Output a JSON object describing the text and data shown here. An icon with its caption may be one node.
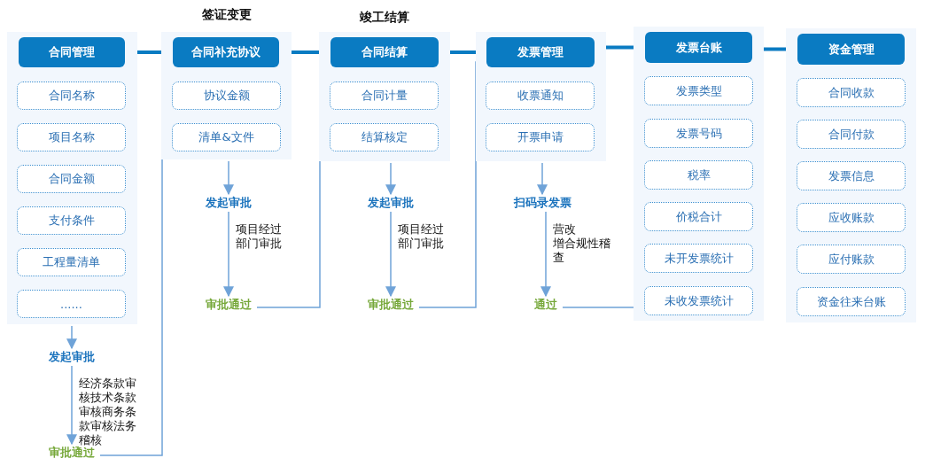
{
  "diagram": {
    "nodes": [
      {
        "text": [],
        "shape": "box"
      },
      {
        "text": [
          "合同管理"
        ],
        "in": 0
      },
      {
        "text": [
          "合同名称"
        ],
        "in": 0
      },
      {
        "text": [
          "项目名称"
        ],
        "in": 0
      },
      {
        "text": [
          "合同金额"
        ],
        "in": 0
      },
      {
        "text": [
          "支付条件"
        ],
        "in": 0
      },
      {
        "text": [
          "工程量清单"
        ],
        "in": 0
      },
      {
        "text": [
          "......"
        ],
        "in": 0
      },
      {
        "text": [
          "签证变更"
        ]
      },
      {
        "text": [
          "合同补充协议"
        ],
        "in": 8
      },
      {
        "text": [
          "协议金额"
        ],
        "in": 8
      },
      {
        "text": [
          "清单&文件"
        ],
        "in": 8
      },
      {
        "text": [
          "竣工结算"
        ]
      },
      {
        "text": [
          "合同结算"
        ],
        "in": 12
      },
      {
        "text": [
          "合同计量"
        ],
        "in": 12
      },
      {
        "text": [
          "结算核定"
        ],
        "in": 12
      },
      {
        "text": [],
        "shape": "box"
      },
      {
        "text": [
          "发票管理"
        ],
        "in": 16
      },
      {
        "text": [
          "收票通知"
        ],
        "in": 16
      },
      {
        "text": [
          "开票申请"
        ],
        "in": 16
      },
      {
        "text": [],
        "shape": "box"
      },
      {
        "text": [
          "发票台账"
        ],
        "in": 20
      },
      {
        "text": [
          "发票类型"
        ],
        "in": 20
      },
      {
        "text": [
          "发票号码"
        ],
        "in": 20
      },
      {
        "text": [
          "税率"
        ],
        "in": 20
      },
      {
        "text": [
          "价税合计"
        ],
        "in": 20
      },
      {
        "text": [
          "未开发票统计"
        ],
        "in": 20
      },
      {
        "text": [
          "未收发票统计"
        ],
        "in": 20
      },
      {
        "text": [],
        "shape": "box"
      },
      {
        "text": [
          "资金管理"
        ],
        "in": 28
      },
      {
        "text": [
          "合同收款"
        ],
        "in": 28
      },
      {
        "text": [
          "合同付款"
        ],
        "in": 28
      },
      {
        "text": [
          "发票信息"
        ],
        "in": 28
      },
      {
        "text": [
          "应收账款"
        ],
        "in": 28
      },
      {
        "text": [
          "应付账款"
        ],
        "in": 28
      },
      {
        "text": [
          "资金往来台账"
        ],
        "in": 28
      },
      {
        "text": [
          "发起审批"
        ]
      },
      {
        "text": [
          "审批通过"
        ]
      },
      {
        "text": [
          "发起审批"
        ]
      },
      {
        "text": [
          "审批通过"
        ]
      },
      {
        "text": [
          "发起审批"
        ]
      },
      {
        "text": [
          "审批通过"
        ]
      },
      {
        "text": [
          "扫码录发票"
        ]
      },
      {
        "text": [
          "通过"
        ]
      }
    ],
    "edges": [
      {
        "from": 1,
        "to": 9,
        "arrow": "to",
        "style": "thick",
        "color": "#0a7bc2"
      },
      {
        "from": 9,
        "to": 13,
        "arrow": "to",
        "style": "thick",
        "color": "#0a7bc2"
      },
      {
        "from": 13,
        "to": 17,
        "arrow": "to",
        "style": "thick",
        "color": "#0a7bc2"
      },
      {
        "from": 17,
        "to": 21,
        "arrow": "to",
        "style": "thick",
        "color": "#0a7bc2"
      },
      {
        "from": 21,
        "to": 29,
        "arrow": "to",
        "style": "thick",
        "color": "#0a7bc2"
      },
      {
        "from": 0,
        "to": 36,
        "arrow": "to"
      },
      {
        "from": 36,
        "to": 37,
        "arrow": "to",
        "label": "经济条款审核技术条款审核商务条款审核法务稽核"
      },
      {
        "from": 37,
        "to": 9,
        "arrow": "to"
      },
      {
        "from": 8,
        "to": 38,
        "arrow": "to"
      },
      {
        "from": 38,
        "to": 39,
        "arrow": "to",
        "label": "项目经过部门审批"
      },
      {
        "from": 39,
        "to": 13,
        "arrow": "to"
      },
      {
        "from": 12,
        "to": 40,
        "arrow": "to"
      },
      {
        "from": 40,
        "to": 41,
        "arrow": "to",
        "label": "项目经过部门审批"
      },
      {
        "from": 41,
        "to": 17,
        "arrow": "to"
      },
      {
        "from": 16,
        "to": 42,
        "arrow": "to"
      },
      {
        "from": 42,
        "to": 43,
        "arrow": "to",
        "label": "营改增合规性稽查"
      },
      {
        "from": 43,
        "to": 21,
        "arrow": "to"
      }
    ]
  }
}
